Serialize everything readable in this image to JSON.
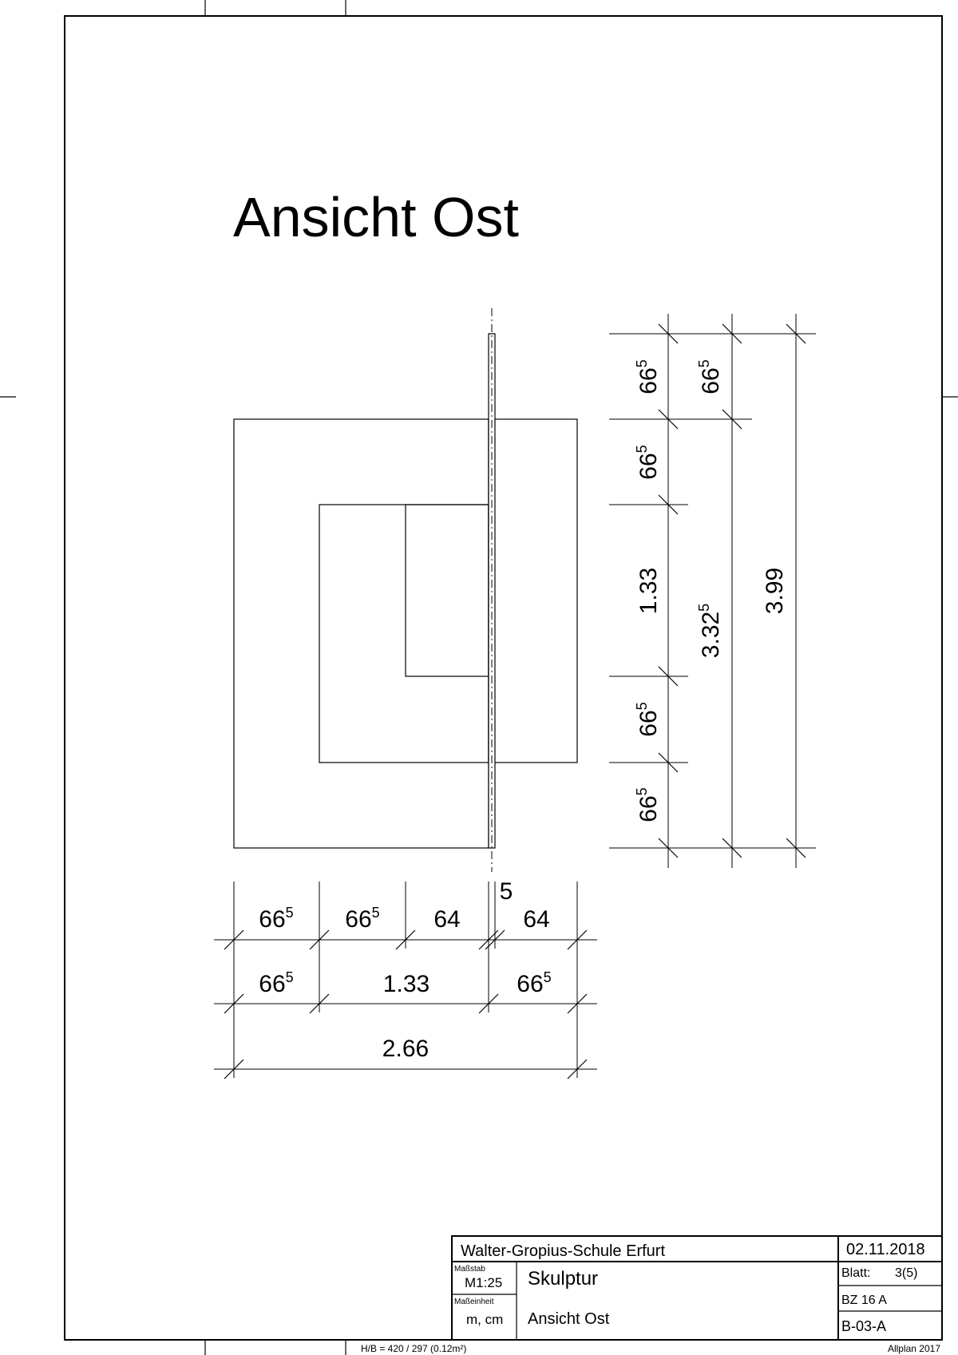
{
  "drawing": {
    "title": "Ansicht Ost"
  },
  "dimensions": {
    "bottom_row1": [
      {
        "base": "66",
        "sup": "5"
      },
      {
        "base": "66",
        "sup": "5"
      },
      {
        "base": "64",
        "sup": ""
      },
      {
        "base": "64",
        "sup": ""
      }
    ],
    "bottom_row1_extra": "5",
    "bottom_row2": [
      {
        "base": "66",
        "sup": "5"
      },
      {
        "base": "1.33",
        "sup": ""
      },
      {
        "base": "66",
        "sup": "5"
      }
    ],
    "bottom_row3": [
      {
        "base": "2.66",
        "sup": ""
      }
    ],
    "right_col1": [
      {
        "base": "66",
        "sup": "5"
      },
      {
        "base": "66",
        "sup": "5"
      },
      {
        "base": "1.33",
        "sup": ""
      },
      {
        "base": "66",
        "sup": "5"
      },
      {
        "base": "66",
        "sup": "5"
      }
    ],
    "right_col2": [
      {
        "base": "66",
        "sup": "5"
      },
      {
        "base": "3.32",
        "sup": "5"
      }
    ],
    "right_col3": [
      {
        "base": "3.99",
        "sup": ""
      }
    ]
  },
  "title_block": {
    "school": "Walter-Gropius-Schule Erfurt",
    "date": "02.11.2018",
    "scale_label": "Maßstab",
    "scale": "M1:25",
    "project": "Skulptur",
    "sheet_label": "Blatt:",
    "sheet": "3(5)",
    "class": "BZ 16 A",
    "unit_label": "Maßeinheit",
    "unit": "m, cm",
    "view": "Ansicht Ost",
    "drawing_no": "B-03-A"
  },
  "footer": {
    "format": "H/B = 420 / 297 (0.12m²)",
    "software": "Allplan 2017"
  }
}
